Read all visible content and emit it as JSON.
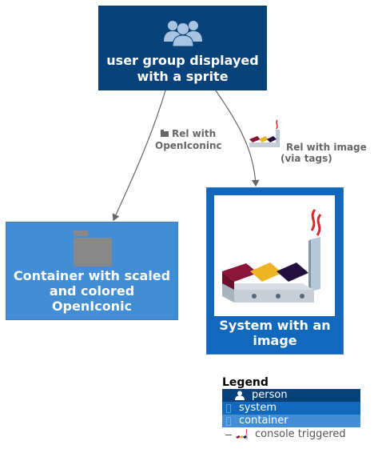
{
  "nodes": {
    "person": {
      "label_line1": "user group displayed",
      "label_line2": "with a sprite",
      "icon": "users-icon",
      "color": "#08427b"
    },
    "container": {
      "label_line1": "Container with scaled",
      "label_line2": "and colored",
      "label_line3": "OpenIconic",
      "icon": "folder-icon",
      "color": "#438dd5"
    },
    "system": {
      "label_line1": "System with an",
      "label_line2": "image",
      "icon": "java-logo-image",
      "color": "#1168bd"
    }
  },
  "relations": {
    "rel1": {
      "line1": "Rel with",
      "line2": "OpenIconinc",
      "icon": "folder-icon"
    },
    "rel2": {
      "line1": "Rel with image",
      "line2": "(via tags)",
      "icon": "java-logo-icon"
    }
  },
  "legend": {
    "title": "Legend",
    "items": [
      {
        "label": "person",
        "color": "#08427b",
        "icon": "person-icon"
      },
      {
        "label": "system",
        "color": "#1168bd",
        "icon": "box-icon"
      },
      {
        "label": "container",
        "color": "#438dd5",
        "icon": "box-icon"
      },
      {
        "label": "console triggered",
        "color": "#ffffff",
        "icon": "java-logo-icon"
      }
    ]
  }
}
